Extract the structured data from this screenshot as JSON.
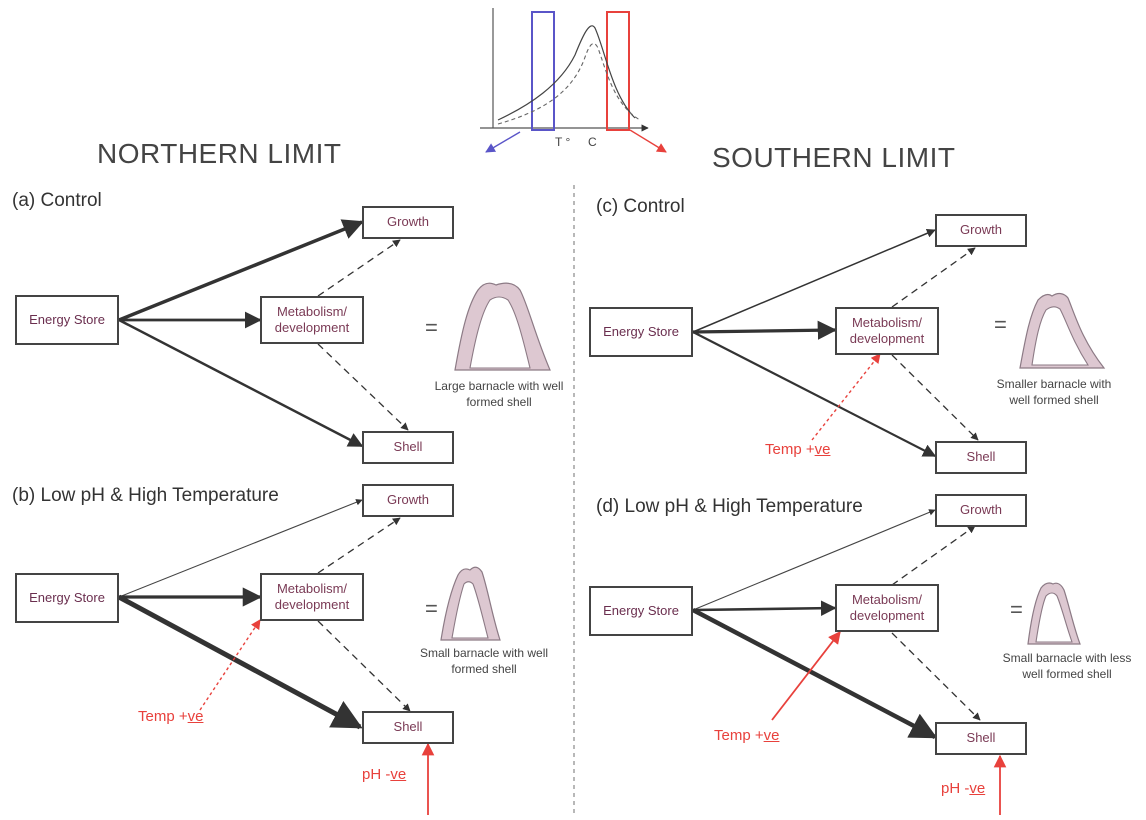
{
  "headings": {
    "north": "NORTHERN LIMIT",
    "south": "SOUTHERN LIMIT"
  },
  "inset": {
    "xlabel_t": "T °",
    "xlabel_c": "C"
  },
  "panels": {
    "a": {
      "title": "(a) Control",
      "energy": "Energy Store",
      "growth": "Growth",
      "metab": "Metabolism/ development",
      "shell": "Shell",
      "caption": "Large barnacle with well formed shell"
    },
    "b": {
      "title": "(b) Low pH & High Temperature",
      "energy": "Energy Store",
      "growth": "Growth",
      "metab": "Metabolism/ development",
      "shell": "Shell",
      "caption": "Small barnacle with well formed shell",
      "temp": "Temp +",
      "temp_u": "ve",
      "ph": "pH -",
      "ph_u": "ve"
    },
    "c": {
      "title": "(c) Control",
      "energy": "Energy Store",
      "growth": "Growth",
      "metab": "Metabolism/ development",
      "shell": "Shell",
      "caption": "Smaller barnacle with well formed shell",
      "temp": "Temp +",
      "temp_u": "ve"
    },
    "d": {
      "title": "(d) Low pH & High Temperature",
      "energy": "Energy Store",
      "growth": "Growth",
      "metab": "Metabolism/ development",
      "shell": "Shell",
      "caption": "Small barnacle with less well formed shell",
      "temp": "Temp +",
      "temp_u": "ve",
      "ph": "pH -",
      "ph_u": "ve"
    }
  },
  "equals": "=",
  "colors": {
    "dark": "#333333",
    "red": "#e8413c",
    "blue": "#5a55c8",
    "shell_fill": "#ddc8d1",
    "shell_stroke": "#8c7a85"
  }
}
